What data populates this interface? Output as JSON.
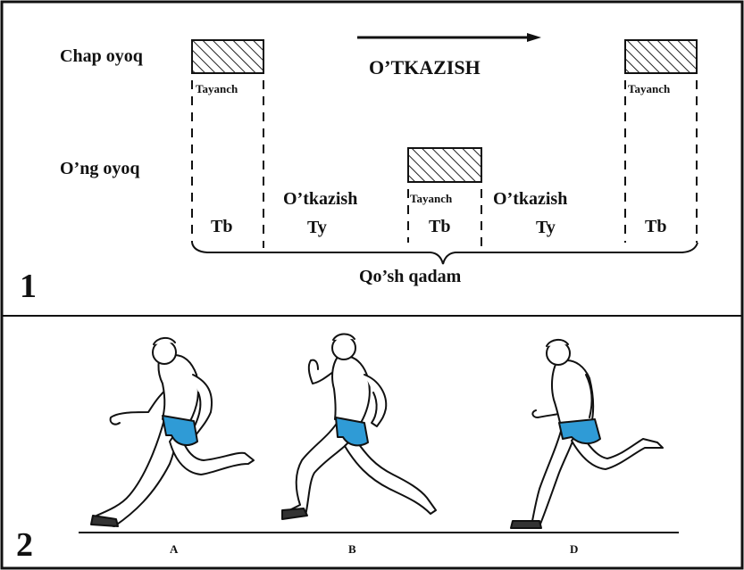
{
  "panel1": {
    "number": "1",
    "chap_oyoq_label": "Chap oyoq",
    "ong_oyoq_label": "O’ng oyoq",
    "otkazish_heading": "O’TKAZISH",
    "tayanch_left": "Tayanch",
    "tayanch_middle": "Tayanch",
    "tayanch_right": "Tayanch",
    "otkazish_left": "O’tkazish",
    "otkazish_right": "O’tkazish",
    "tb_1": "Tb",
    "ty_1": "Ty",
    "tb_2": "Tb",
    "ty_2": "Ty",
    "tb_3": "Tb",
    "qosh_qadam": "Qo’sh qadam"
  },
  "panel2": {
    "number": "2",
    "runner_labels": [
      "A",
      "B",
      "D"
    ]
  },
  "colors": {
    "shorts": "#2f9bd6",
    "ink": "#111111"
  }
}
